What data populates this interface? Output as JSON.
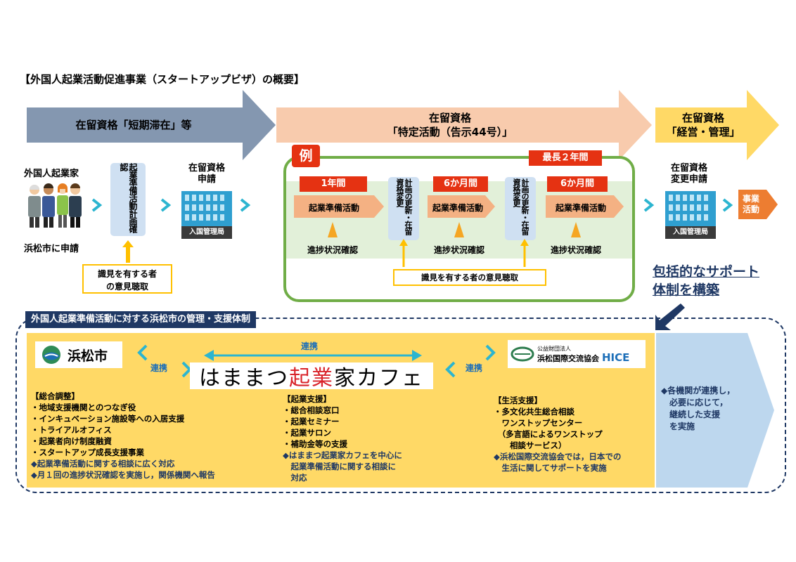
{
  "title": "【外国人起業活動促進事業（スタートアップビザ）の概要】",
  "status_bar": {
    "short_term": "在留資格「短期滞在」等",
    "specific_line1": "在留資格",
    "specific_line2": "「特定活動（告示44号）」",
    "mgmt_line1": "在留資格",
    "mgmt_line2": "「経営・管理」"
  },
  "left_flow": {
    "entrepreneur": "外国人起業家",
    "apply_city": "浜松市に申請",
    "plan_check": "起業準備活動計画確認",
    "status_apply_line1": "在留資格",
    "status_apply_line2": "申請",
    "immigration": "入国管理局",
    "expert_line1": "識見を有する者",
    "expert_line2": "の意見聴取"
  },
  "example": {
    "badge": "例",
    "max_period": "最長２年間",
    "period1": "1年間",
    "period2": "6か月間",
    "period3": "6か月間",
    "activity": "起業準備活動",
    "renew": "計画の更新・在留資格変更",
    "progress": "進捗状況確認",
    "expert": "識見を有する者の意見聴取"
  },
  "right_flow": {
    "change_line1": "在留資格",
    "change_line2": "変更申請",
    "immigration": "入国管理局",
    "business_line1": "事業",
    "business_line2": "活動"
  },
  "support": {
    "header_line1": "包括的なサポート",
    "header_line2": "体制を構築",
    "section_title": "外国人起業準備活動に対する浜松市の管理・支援体制",
    "city_logo": "浜松市",
    "renkei": "連携",
    "renkei_left": "連携",
    "renkei_right": "連携",
    "cafe_a": "はままつ",
    "cafe_b": "起",
    "cafe_c": "業",
    "cafe_d": "家カフェ",
    "hice_small": "公益財団法人",
    "hice_name": "浜松国際交流協会",
    "hice_abbr": "HICE",
    "col1": [
      "【総合調整】",
      "・地域支援機関とのつなぎ役",
      "・インキュベーション施設等への入居支援",
      "・トライアルオフィス",
      "・起業者向け制度融資",
      "・スタートアップ成長支援事業",
      "◆起業準備活動に関する相談に広く対応",
      "◆月１回の進捗状況確認を実施し，関係機関へ報告"
    ],
    "col2": [
      "【起業支援】",
      "・総合相談窓口",
      "・起業セミナー",
      "・起業サロン",
      "・補助金等の支援",
      "◆はままつ起業家カフェを中心に",
      "　起業準備活動に関する相談に",
      "　対応"
    ],
    "col3": [
      "【生活支援】",
      "・多文化共生総合相談",
      "　ワンストップセンター",
      "　（多言語によるワンストップ",
      "　　相談サービス）",
      "◆浜松国際交流協会では，日本での",
      "　生活に関してサポートを実施"
    ],
    "right_note": [
      "◆各機関が連携し，",
      "　必要に応じて，",
      "　継続した支援",
      "　を実施"
    ]
  },
  "colors": {
    "gray_arrow": "#8497b0",
    "salmon_arrow": "#f8cbad",
    "yellow_arrow": "#ffd966",
    "green_border": "#70ad47",
    "green_fill": "#e2f0d9",
    "red_label": "#e53212",
    "orange_arrow": "#f4b183",
    "teal_chevron": "#2cb5d0",
    "navy": "#1f3864",
    "yellow_panel": "#ffd966",
    "light_blue": "#bdd7ee"
  }
}
